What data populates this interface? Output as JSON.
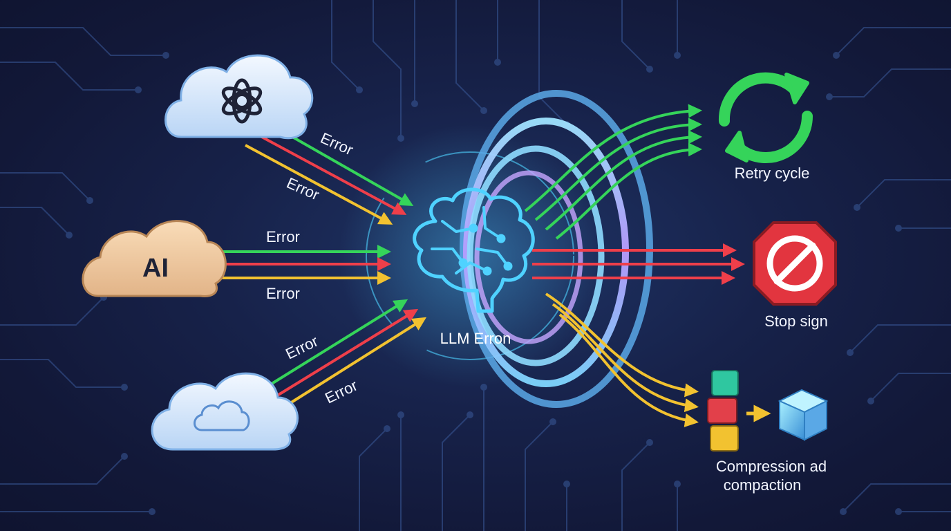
{
  "providers": [
    {
      "name": "openai-cloud",
      "icon": "openai-knot-icon"
    },
    {
      "name": "anthropic-cloud",
      "icon_text": "AI"
    },
    {
      "name": "generic-cloud",
      "icon": "cloud-outline-icon"
    }
  ],
  "error_labels": [
    "Error",
    "Error",
    "Error",
    "Error",
    "Error",
    "Error"
  ],
  "center": {
    "label": "LLM Erron",
    "icon": "brain-circuit-icon"
  },
  "outcomes": [
    {
      "label_lines": [
        "Retry cycle"
      ],
      "icon": "retry-cycle-icon"
    },
    {
      "label_lines": [
        "Stop sign"
      ],
      "icon": "stop-sign-icon"
    },
    {
      "label_lines": [
        "Compression ad",
        "compaction"
      ],
      "icon": "compression-blocks-icon"
    }
  ],
  "colors": {
    "success": "#35d45a",
    "failure": "#ef3f4a",
    "warning": "#f2c230",
    "ring": "#7fd6ff",
    "brain": "#4fd2ff",
    "background": "#141a3a",
    "circuit": "#3a5a9a"
  }
}
